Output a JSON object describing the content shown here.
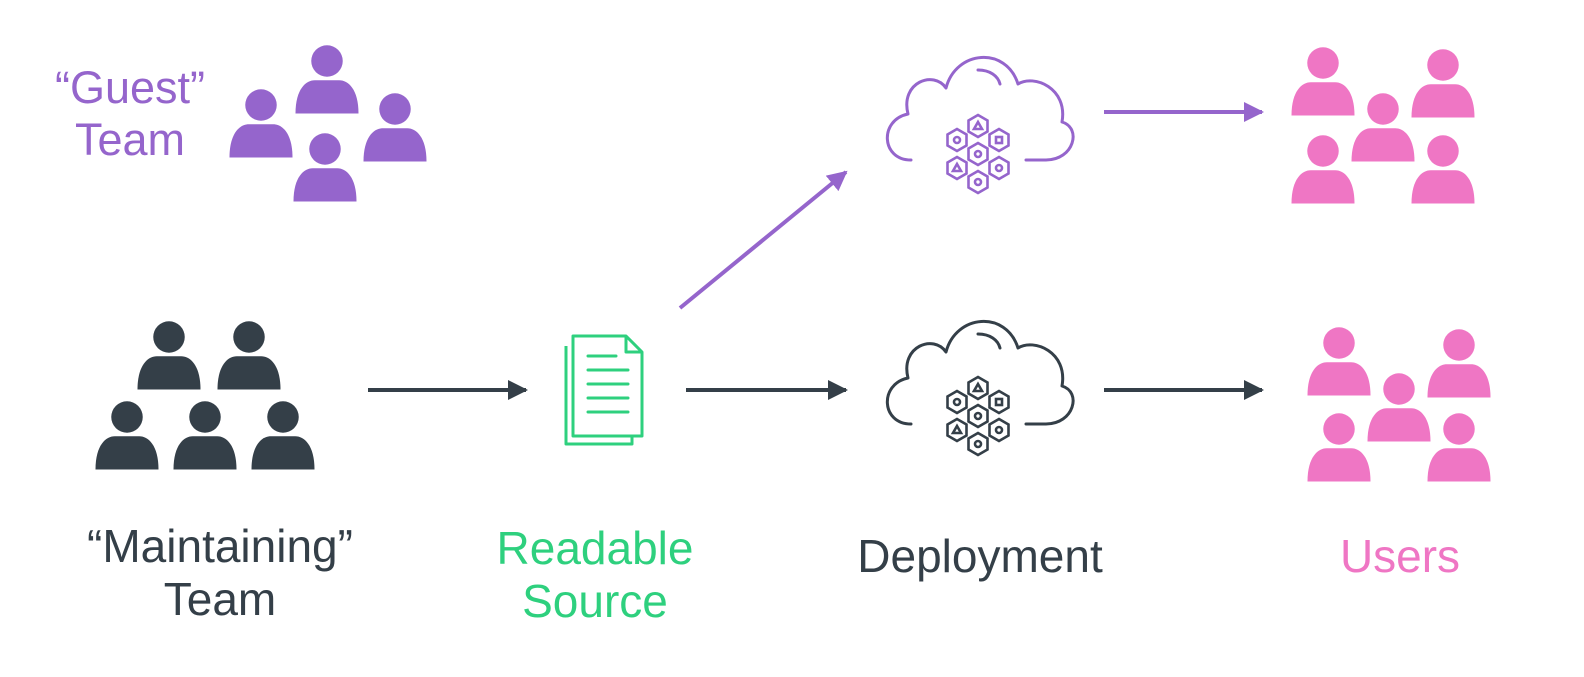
{
  "colors": {
    "guest": "#9565cc",
    "maintaining": "#343f48",
    "source": "#2ed07e",
    "deployment": "#343f48",
    "users": "#ef76c4"
  },
  "labels": {
    "guest_team": "“Guest”\nTeam",
    "maintaining_team": "“Maintaining”\nTeam",
    "readable_source": "Readable\nSource",
    "deployment": "Deployment",
    "users": "Users"
  },
  "icons": {
    "group": "people-group-icon",
    "document": "document-stack-icon",
    "cloud": "cloud-hexagon-cluster-icon"
  }
}
